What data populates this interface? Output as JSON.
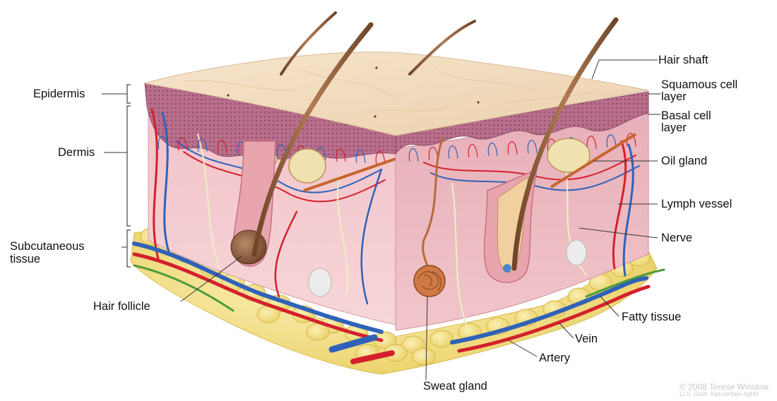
{
  "labels": {
    "epidermis": "Epidermis",
    "dermis": "Dermis",
    "subcutaneous_line1": "Subcutaneous",
    "subcutaneous_line2": "tissue",
    "hair_follicle": "Hair follicle",
    "hair_shaft": "Hair shaft",
    "squamous_line1": "Squamous cell",
    "squamous_line2": "layer",
    "basal_line1": "Basal cell",
    "basal_line2": "layer",
    "oil_gland": "Oil gland",
    "lymph_vessel": "Lymph vessel",
    "nerve": "Nerve",
    "fatty_tissue": "Fatty tissue",
    "vein": "Vein",
    "artery": "Artery",
    "sweat_gland": "Sweat gland"
  },
  "credit": {
    "line1": "© 2008 Terese Winslow",
    "line2": "U.S. Govt. has certain rights"
  },
  "colors": {
    "epidermis_top": "#f3dcbf",
    "epidermis_band": "#b06a86",
    "dermis_front": "#f4c9cf",
    "dermis_side": "#eab5bd",
    "fat": "#f3e08a",
    "vein": "#2f62b8",
    "artery": "#d4202c",
    "nerve": "#eef0c4",
    "hair": "#8a5a3c"
  }
}
